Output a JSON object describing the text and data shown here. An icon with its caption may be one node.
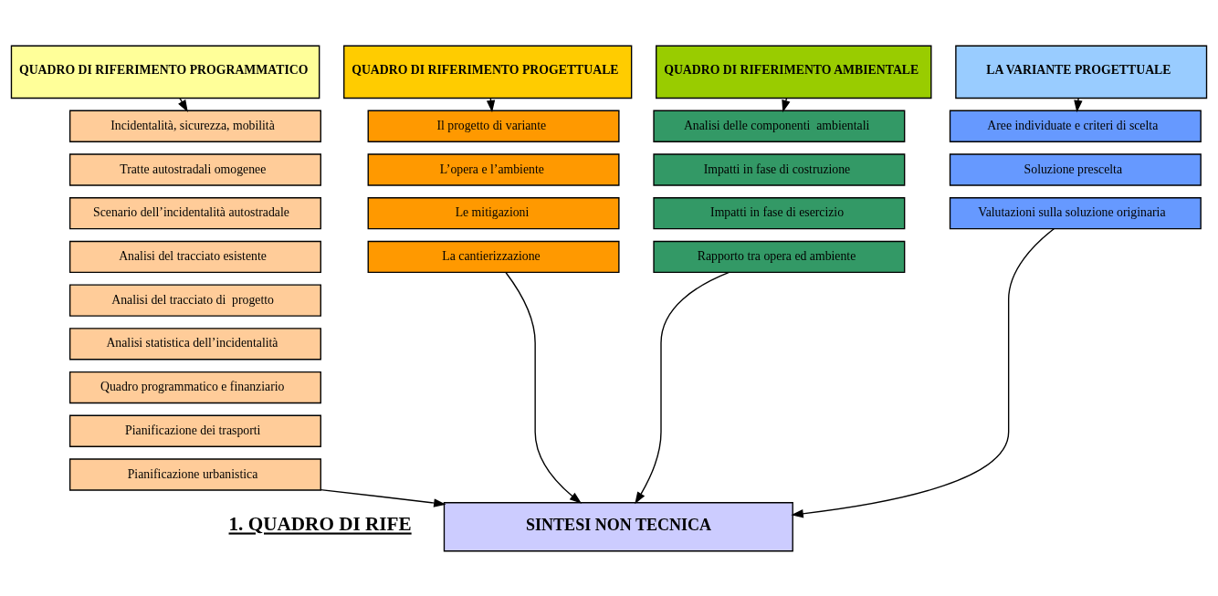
{
  "diagram": {
    "nodes": [
      {
        "text": [
          "QUADRO DI RIFERIMENTO PROGRAMMATICO"
        ]
      },
      {
        "text": [
          "Incidentalità, sicurezza, mobilità"
        ]
      },
      {
        "text": [
          "Tratte autostradali omogenee"
        ]
      },
      {
        "text": [
          "Scenario dell’incidentalità autostradale"
        ]
      },
      {
        "text": [
          "Analisi del tracciato esistente"
        ]
      },
      {
        "text": [
          "Analisi del tracciato di  progetto"
        ]
      },
      {
        "text": [
          "Analisi statistica dell’incidentalità"
        ]
      },
      {
        "text": [
          "Quadro programmatico e finanziario"
        ]
      },
      {
        "text": [
          "Pianificazione dei trasporti"
        ]
      },
      {
        "text": [
          "Pianificazione urbanistica"
        ]
      },
      {
        "text": [
          "QUADRO DI RIFERIMENTO PROGETTUALE"
        ]
      },
      {
        "text": [
          "Il progetto di variante"
        ]
      },
      {
        "text": [
          "L’opera e l’ambiente"
        ]
      },
      {
        "text": [
          "Le mitigazioni"
        ]
      },
      {
        "text": [
          "La cantierizzazione"
        ]
      },
      {
        "text": [
          "QUADRO DI RIFERIMENTO AMBIENTALE"
        ]
      },
      {
        "text": [
          "Analisi delle componenti  ambientali"
        ]
      },
      {
        "text": [
          "Impatti in fase di costruzione"
        ]
      },
      {
        "text": [
          "Impatti in fase di esercizio"
        ]
      },
      {
        "text": [
          "Rapporto tra opera ed ambiente"
        ]
      },
      {
        "text": [
          "LA VARIANTE PROGETTUALE"
        ]
      },
      {
        "text": [
          "Aree individuate e criteri di scelta"
        ]
      },
      {
        "text": [
          "Soluzione prescelta"
        ]
      },
      {
        "text": [
          "Valutazioni sulla soluzione originaria"
        ]
      },
      {
        "text": [
          "SINTESI NON TECNICA"
        ]
      }
    ],
    "edges": [
      {
        "from": 0,
        "to": 1,
        "arrow": "to"
      },
      {
        "from": 9,
        "to": 24,
        "arrow": "to"
      },
      {
        "from": 10,
        "to": 11,
        "arrow": "to"
      },
      {
        "from": 14,
        "to": 24,
        "arrow": "to"
      },
      {
        "from": 15,
        "to": 16,
        "arrow": "to"
      },
      {
        "from": 19,
        "to": 24,
        "arrow": "to"
      },
      {
        "from": 20,
        "to": 21,
        "arrow": "to"
      },
      {
        "from": 23,
        "to": 24,
        "arrow": "to"
      }
    ],
    "labels": [
      "1. QUADRO DI RIFE"
    ]
  }
}
